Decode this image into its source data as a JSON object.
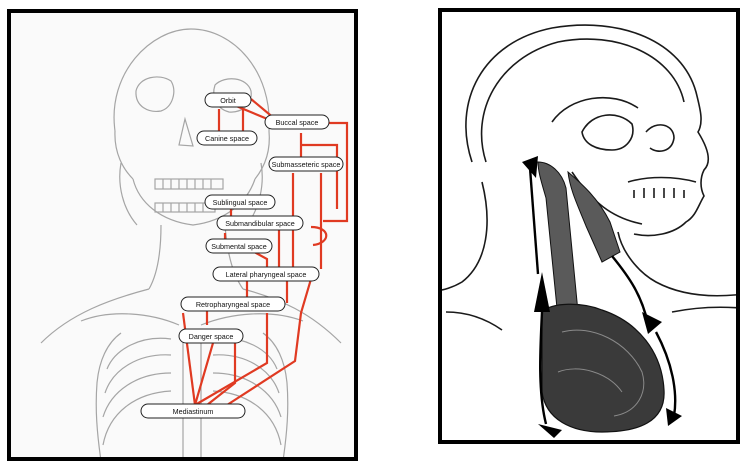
{
  "left_diagram": {
    "nodes": {
      "orbit": "Orbit",
      "buccal": "Buccal space",
      "canine": "Canine space",
      "submasseteric": "Submasseteric space",
      "sublingual": "Sublingual space",
      "submandibular": "Submandibular space",
      "submental": "Submental space",
      "lateral_pharyngeal": "Lateral pharyngeal space",
      "retropharyngeal": "Retropharyngeal space",
      "danger": "Danger space",
      "mediastinum": "Mediastinum"
    },
    "connection_color": "#e03a22",
    "outline_color": "#9a9a9a"
  },
  "right_illustration": {
    "subject": "head-neck-fascial-spread-illustration"
  }
}
